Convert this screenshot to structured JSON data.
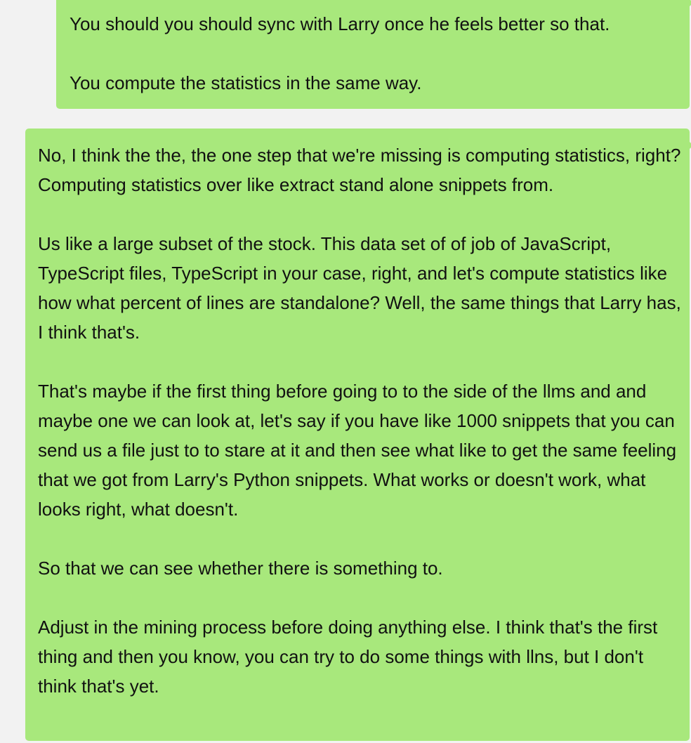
{
  "messages": [
    {
      "paragraphs": [
        "You should you should sync with Larry once he feels better so that.",
        "You compute the statistics in the same way."
      ]
    },
    {
      "paragraphs": [
        "No, I think the the, the one step that we're missing is computing statistics, right? Computing statistics over like extract stand alone snippets from.",
        "Us like a large subset of the stock. This data set of of job of JavaScript, TypeScript files, TypeScript in your case, right, and let's compute statistics like how what percent of lines are standalone? Well, the same things that Larry has, I think that's.",
        "That's maybe if the first thing before going to to the side of the llms and and maybe one we can look at, let's say if you have like 1000 snippets that you can send us a file just to to stare at it and then see what like to get the same feeling that we got from Larry's Python snippets. What works or doesn't work, what looks right, what doesn't.",
        "So that we can see whether there is something to.",
        "Adjust in the mining process before doing anything else. I think that's the first thing and then you know, you can try to do some things with llns, but I don't think that's yet."
      ]
    }
  ],
  "colors": {
    "background": "#f2f2f2",
    "bubble": "#a8e87c",
    "text": "#111111"
  }
}
